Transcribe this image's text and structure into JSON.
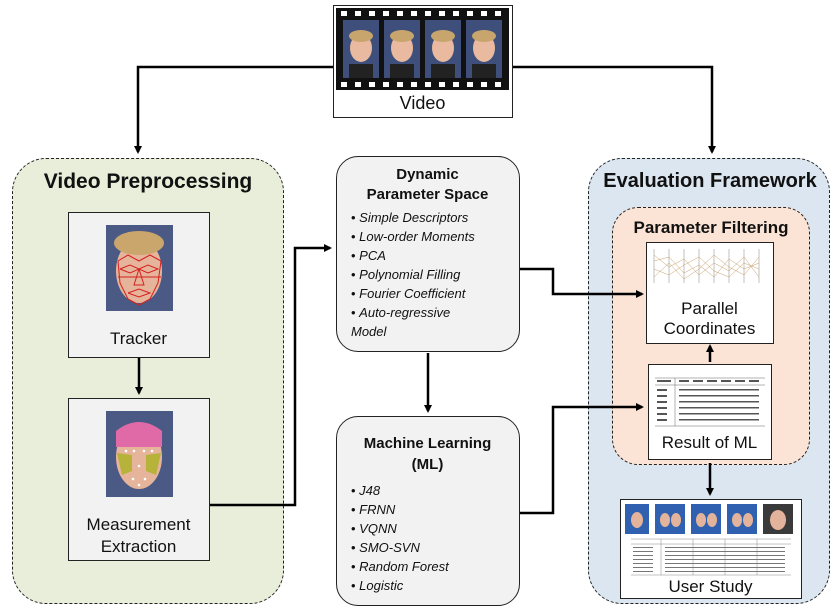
{
  "video": {
    "label": "Video"
  },
  "preprocessing": {
    "title": "Video Preprocessing",
    "tracker": {
      "label": "Tracker"
    },
    "measurement": {
      "label_line1": "Measurement",
      "label_line2": "Extraction"
    }
  },
  "parameter_space": {
    "title_line1": "Dynamic",
    "title_line2": "Parameter Space",
    "items": [
      "Simple Descriptors",
      "Low-order Moments",
      "PCA",
      "Polynomial Filling",
      "Fourier Coefficient",
      "Auto-regressive",
      "Model"
    ]
  },
  "machine_learning": {
    "title_line1": "Machine Learning",
    "title_line2": "(ML)",
    "items": [
      "J48",
      "FRNN",
      "VQNN",
      "SMO-SVN",
      "Random Forest",
      "Logistic"
    ]
  },
  "evaluation": {
    "title": "Evaluation Framework",
    "filtering": {
      "title": "Parameter Filtering",
      "parallel": {
        "label_line1": "Parallel",
        "label_line2": "Coordinates"
      },
      "result": {
        "label": "Result of ML"
      }
    },
    "user_study": {
      "label": "User Study"
    }
  },
  "colors": {
    "preprocessing_bg": "#e9eedb",
    "evaluation_bg": "#dce6f1",
    "filtering_bg": "#fbe4d5",
    "box_bg": "#f2f2f2",
    "arrow": "#000000"
  }
}
